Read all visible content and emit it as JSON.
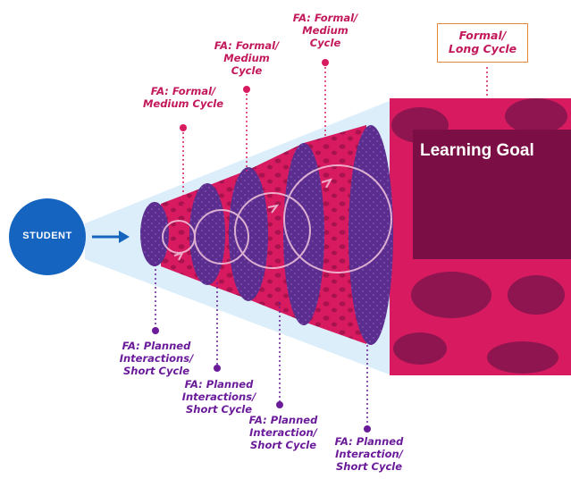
{
  "student": {
    "label": "STUDENT"
  },
  "goal": {
    "label": "Learning Goal"
  },
  "formal_long": {
    "label": "Formal/\nLong Cycle"
  },
  "top_labels": [
    "FA: Formal/\nMedium Cycle",
    "FA: Formal/\nMedium\nCycle",
    "FA: Formal/\nMedium\nCycle"
  ],
  "bottom_labels": [
    "FA: Planned\nInteractions/\nShort Cycle",
    "FA: Planned\nInteractions/\nShort Cycle",
    "FA: Planned\nInteraction/\nShort Cycle",
    "FA: Planned\nInteraction/\nShort Cycle"
  ],
  "colors": {
    "student": "#1565c0",
    "cone": "#dbeefa",
    "purple": "#5b2d8e",
    "magenta": "#d81b60",
    "goal": "#7b0f45",
    "dot_top": "#d81b60",
    "dot_bottom": "#6a1b9a"
  }
}
